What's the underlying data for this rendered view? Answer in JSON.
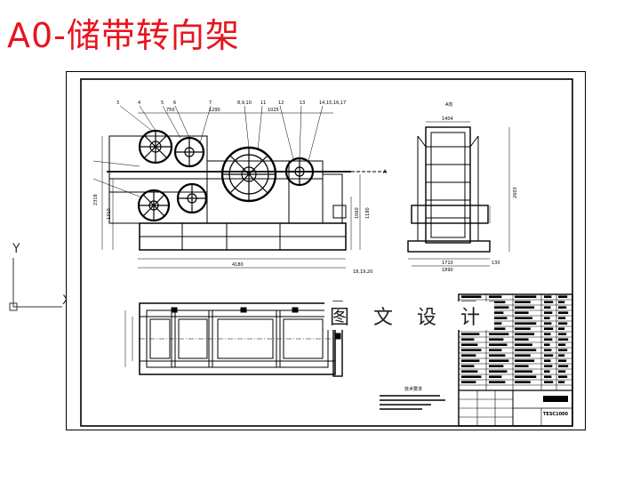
{
  "title": "A0-储带转向架",
  "watermark": "图 文 设 计",
  "ucs": {
    "y_label": "Y",
    "x_label": "X"
  },
  "view_label": "A向",
  "section_label": "A",
  "callouts": [
    "3",
    "4",
    "5",
    "6",
    "7",
    "8,9,10",
    "11",
    "12",
    "13",
    "14,15,16,17"
  ],
  "dims": {
    "d1": "750",
    "d2": "1290",
    "d3": "1025",
    "d4": "1404",
    "total_front": "4180",
    "total_side": "1890",
    "side_inner": "1710",
    "right_height": "2603",
    "left_h1": "2318",
    "left_h2": "1310",
    "mid_h1": "1060",
    "mid_h2": "1180",
    "side_w": "130",
    "ref": "18,19,20"
  },
  "title_block": {
    "drawing_no": "TESC1000"
  },
  "notes_heading": "技术要求"
}
